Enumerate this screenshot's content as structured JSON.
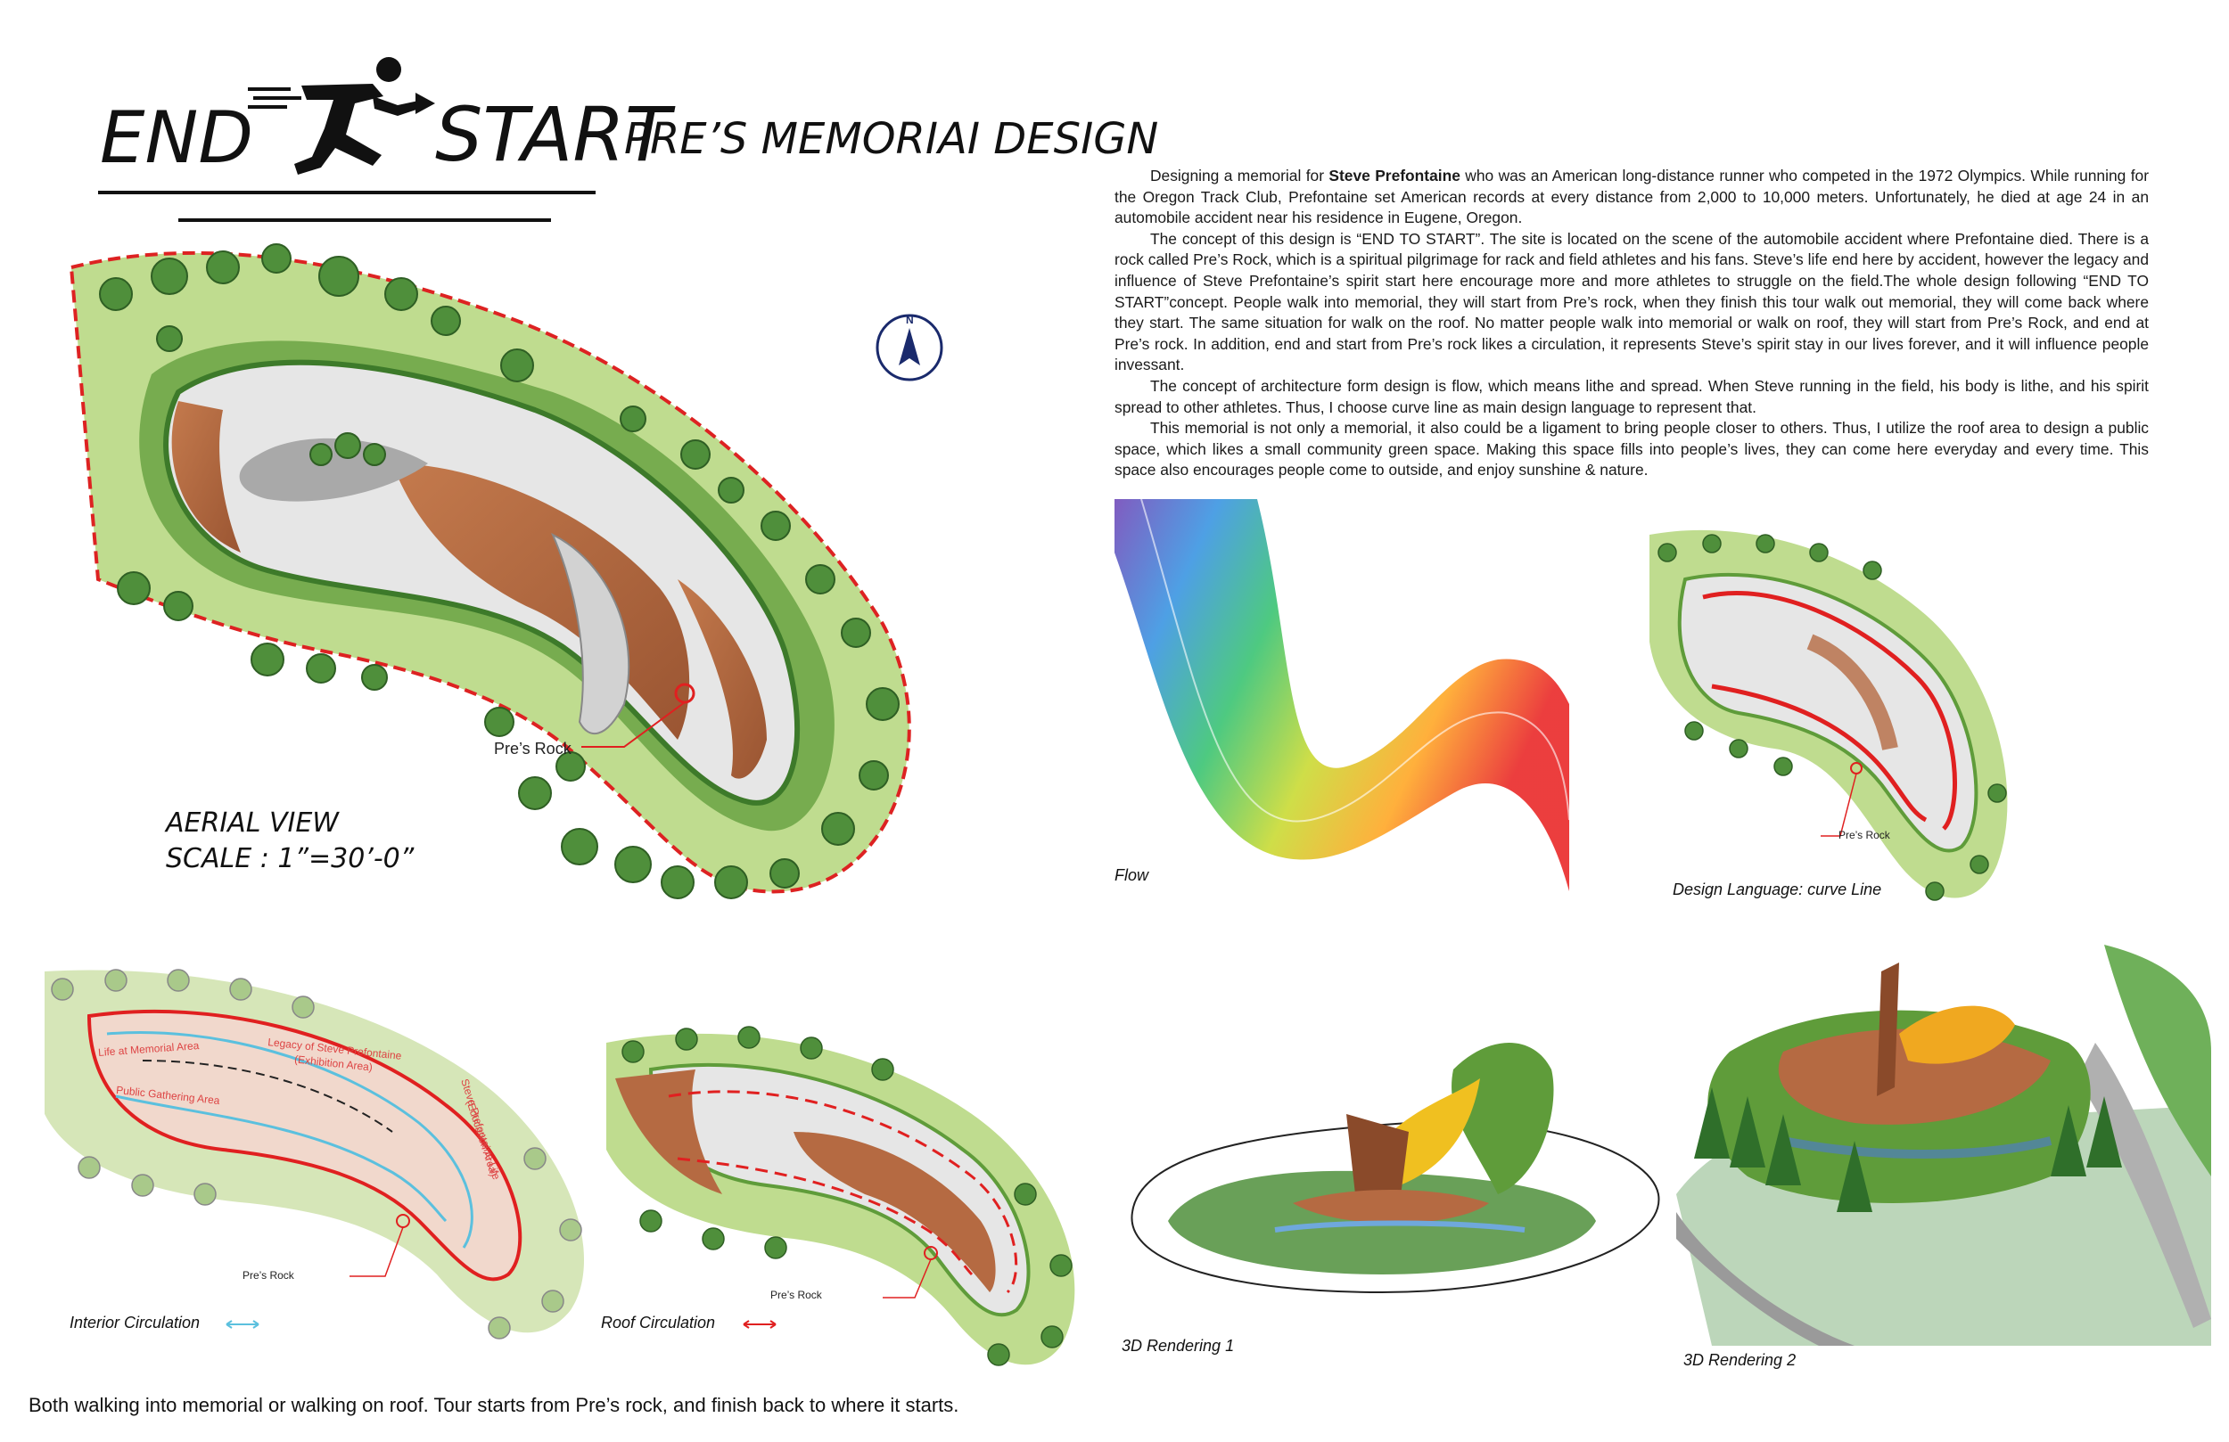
{
  "title": {
    "end": "END",
    "start": "START",
    "subtitle": "PRE’S MEMORIAI DESIGN"
  },
  "icons": {
    "logo": "running-man-icon",
    "north": "north-arrow-icon",
    "tree": "tree-icon"
  },
  "north_label": "N",
  "description": {
    "p1_intro": "Designing a memorial for ",
    "p1_name": "Steve Prefontaine",
    "p1_rest": " who was an American long-distance runner who competed in the 1972 Olympics. While running for the Oregon Track Club, Prefontaine set American records at every distance from 2,000 to 10,000 meters. Unfortunately, he died at age 24 in an automobile accident near his residence in Eugene, Oregon.",
    "p2": "The concept of this design is “END TO START”. The site is located on the scene of the automobile accident where Prefontaine died. There is a rock called Pre’s Rock, which is a spiritual pilgrimage for rack and field athletes and his fans. Steve’s life end here by accident, however the legacy and influence of Steve Prefontaine’s spirit start here encourage more and more athletes to struggle on the field.The whole design following “END TO START”concept. People walk into memorial, they will start from Pre’s rock, when they finish this tour walk out memorial, they will come back where they start.  The same situation for walk on the roof. No matter people walk into memorial or walk on roof, they will start from Pre’s Rock, and end at Pre’s rock. In addition, end and start from Pre’s rock likes a circulation, it represents Steve’s spirit stay in our lives forever, and it will influence people invessant.",
    "p3": "The concept of architecture form design is flow, which means lithe and spread. When Steve running in the field, his body is lithe, and his spirit spread to other athletes. Thus, I choose curve line as main design language to represent that.",
    "p4": "This memorial is not only a memorial, it also could be a ligament to bring people closer to others. Thus, I utilize the roof area to design a public space, which likes a small community green space.  Making this space fills into people’s lives, they can come here everyday and every time. This space also encourages people come to outside, and enjoy sunshine & nature."
  },
  "aerial": {
    "caption_line1": "AERIAL VIEW",
    "caption_line2": "SCALE : 1”=30’-0”",
    "rock_label": "Pre’s Rock"
  },
  "panels": {
    "flow_caption": "Flow",
    "curve_caption": "Design Language: curve Line",
    "curve_rock_label": "Pre’s Rock",
    "interior_caption": "Interior Circulation",
    "interior_rock_label": "Pre’s Rock",
    "interior_area_1": "Life at Memorial Area",
    "interior_area_2": "Legacy of Steve Prefontaine",
    "interior_area_2b": "(Exhibition Area)",
    "interior_area_3": "Public   Gathering   Area",
    "interior_area_4": "Steve Prefontaine Life",
    "interior_area_4b": "(Education Area)",
    "roof_caption": "Roof Circulation",
    "roof_rock_label": "Pre’s Rock",
    "render1_caption": "3D Rendering 1",
    "render2_caption": "3D Rendering 2"
  },
  "colors": {
    "grass": "#b9d98a",
    "grass_dark": "#5f9c3a",
    "tree": "#4f8f3b",
    "path": "#e4e4e4",
    "wood": "#b56a42",
    "red": "#e02020",
    "blue": "#5bc0de"
  },
  "footer": "Both walking into memorial or walking on roof.  Tour starts from Pre’s rock, and finish back to where it starts."
}
